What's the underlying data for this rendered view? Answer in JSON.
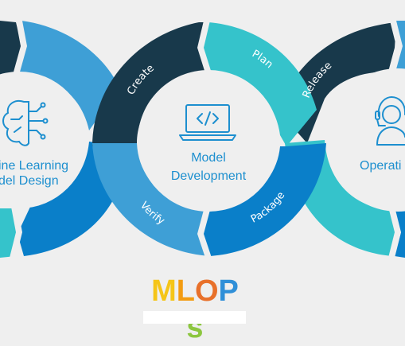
{
  "segments": {
    "create": "Create",
    "plan": "Plan",
    "release": "Release",
    "verify": "Verify",
    "package": "Package"
  },
  "centers": {
    "left_line1": "ine Learning",
    "left_line2": "del Design",
    "mid_line1": "Model",
    "mid_line2": "Development",
    "right_line1": "Operati"
  },
  "logo": {
    "letters": [
      "M",
      "L",
      "O",
      "P",
      "s"
    ],
    "colors": [
      "#f5c518",
      "#f39c12",
      "#e8702a",
      "#2f8fd8",
      "#8cc63f"
    ]
  },
  "colors": {
    "dark_navy": "#18394b",
    "mid_blue": "#3e9fd6",
    "deep_blue": "#0a7fc9",
    "teal": "#35c3cb",
    "center_text": "#1d8fcf",
    "icon": "#1d8fcf"
  },
  "icons": [
    "brain-circuit-icon",
    "laptop-code-icon",
    "support-agent-icon"
  ]
}
